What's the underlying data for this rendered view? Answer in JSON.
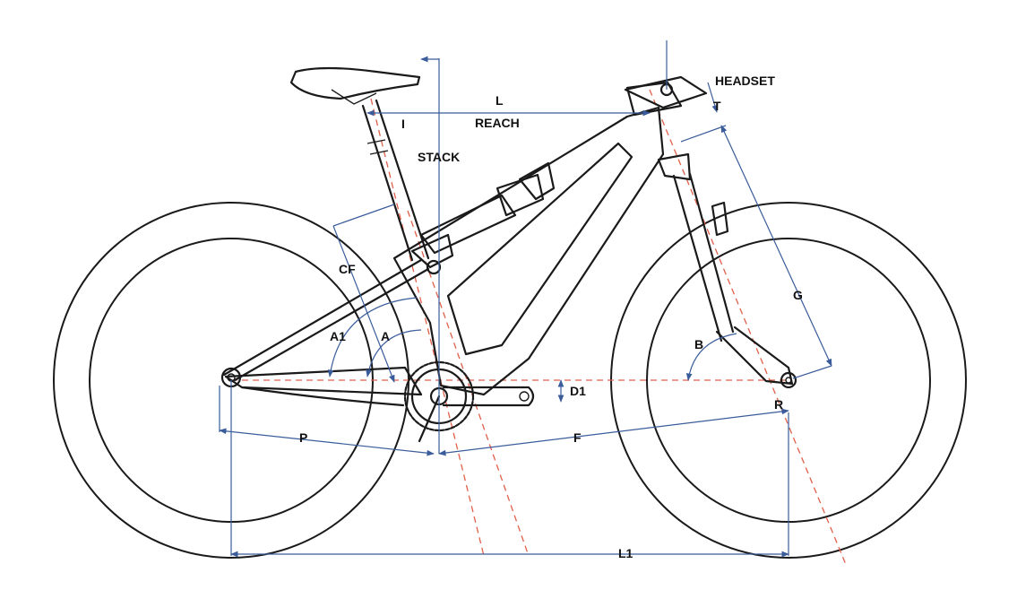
{
  "labels": {
    "headset": "HEADSET",
    "t": "T",
    "l": "L",
    "i": "I",
    "reach": "REACH",
    "stack": "STACK",
    "cf": "CF",
    "g": "G",
    "a1": "A1",
    "a": "A",
    "b": "B",
    "d1": "D1",
    "r": "R",
    "p": "P",
    "f": "F",
    "l1": "L1"
  },
  "colors": {
    "outline": "#1a1a1a",
    "dimension": "#3a5c9a",
    "axis_dash": "#e0604a",
    "background": "#ffffff"
  }
}
